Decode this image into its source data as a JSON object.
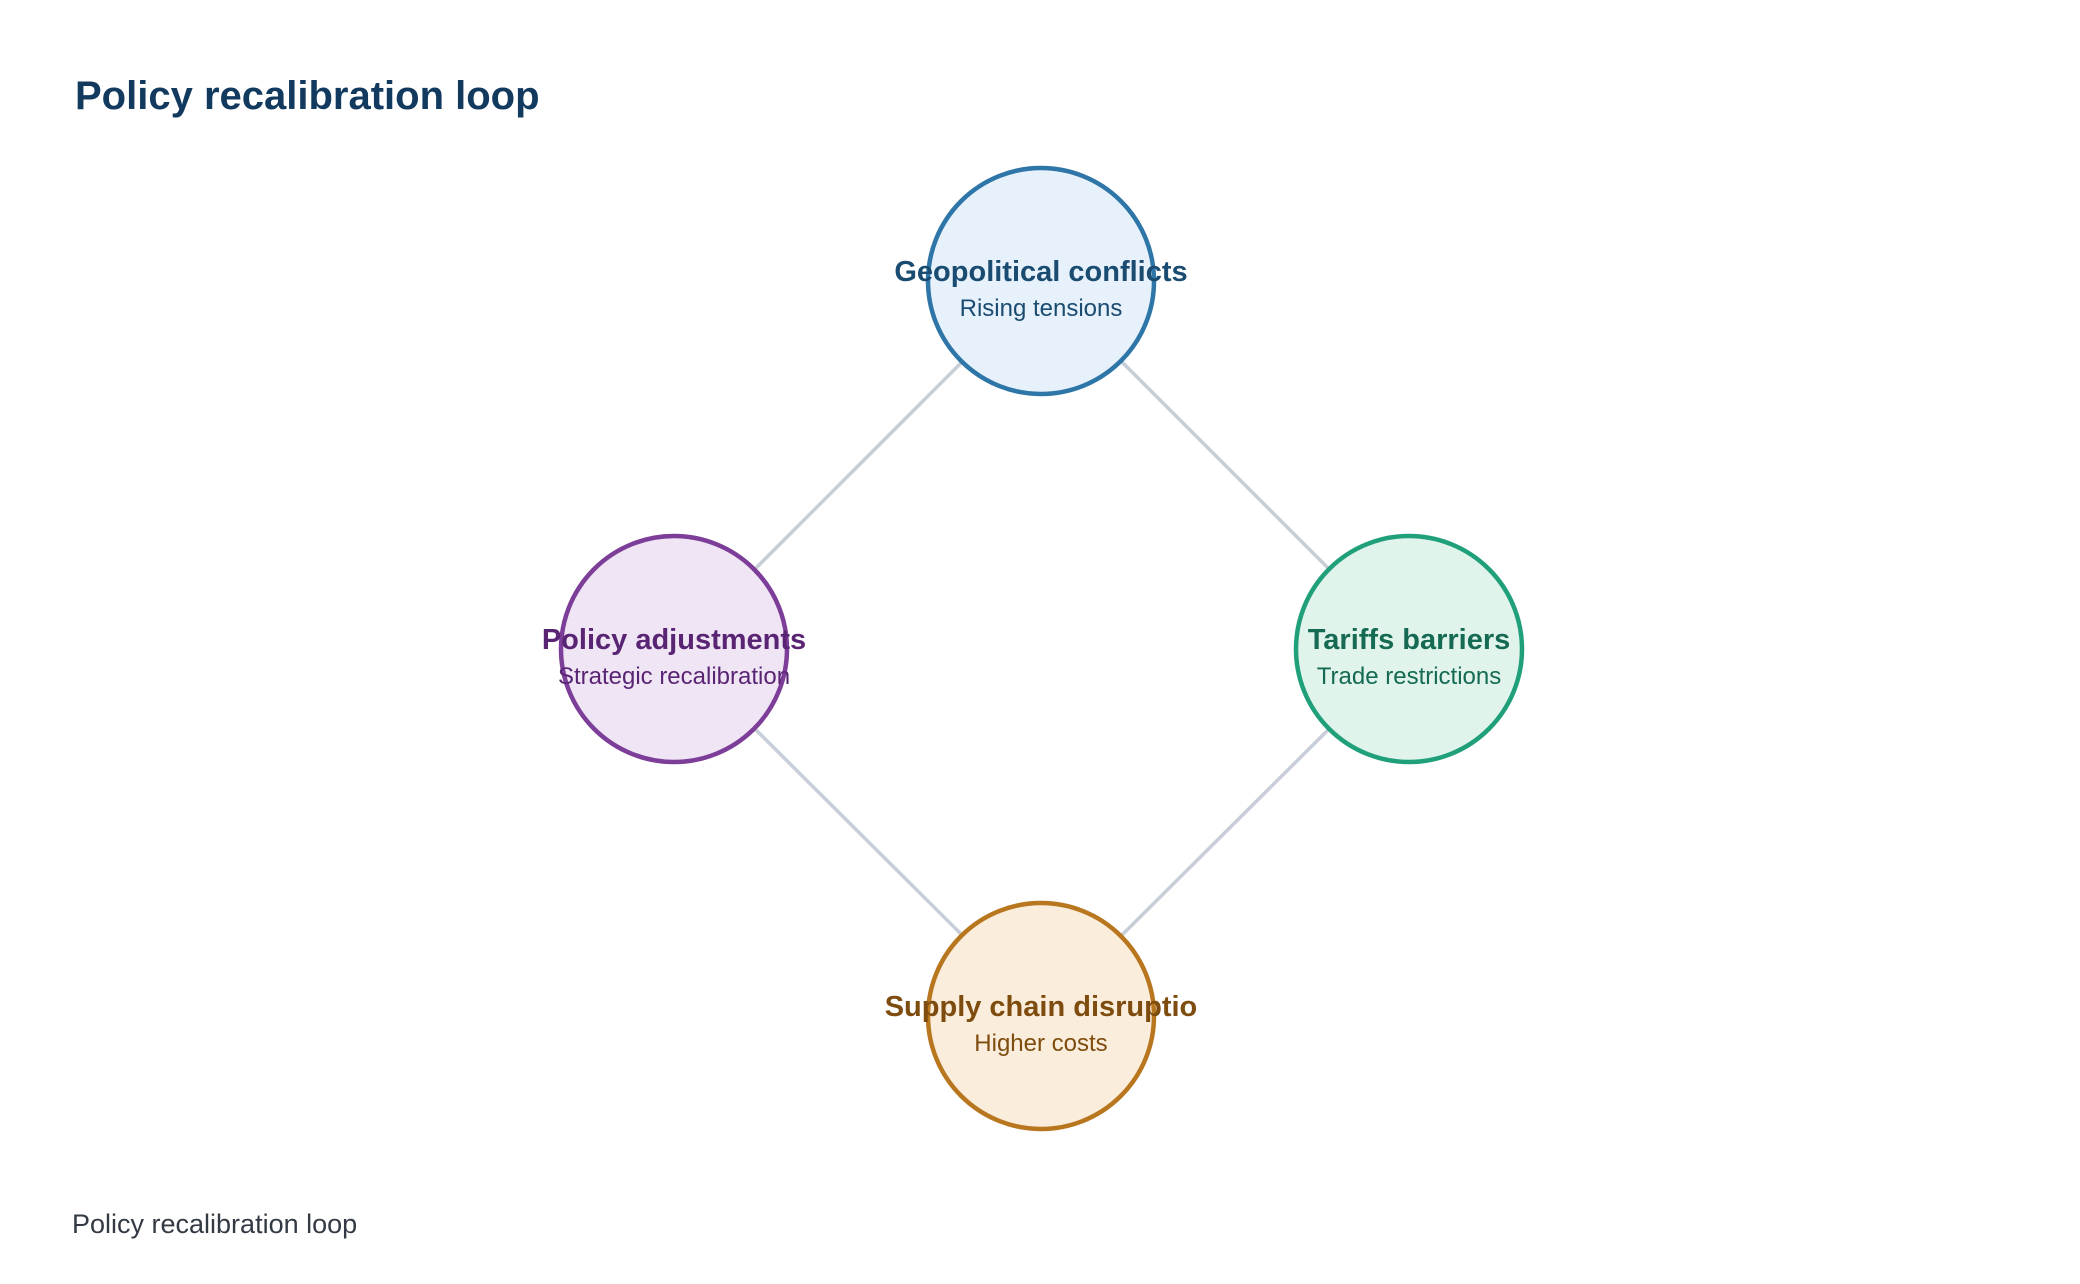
{
  "title": "Policy recalibration loop",
  "caption": "Policy recalibration loop",
  "nodes": [
    {
      "id": "geopolitical",
      "title": "Geopolitical conflicts",
      "subtitle": "Rising tensions",
      "stroke": "#2e75a8",
      "fill": "#e7f1fb",
      "text_color": "#1a4b70"
    },
    {
      "id": "tariffs",
      "title": "Tariffs barriers",
      "subtitle": "Trade restrictions",
      "stroke": "#20a07a",
      "fill": "#e1f4ec",
      "text_color": "#146a52"
    },
    {
      "id": "supply",
      "title": "Supply chain disruptio",
      "subtitle": "Higher costs",
      "stroke": "#b8771f",
      "fill": "#fbeddb",
      "text_color": "#7e4c0e"
    },
    {
      "id": "policy",
      "title": "Policy adjustments",
      "subtitle": "Strategic recalibration",
      "stroke": "#7c3e98",
      "fill": "#efe5f4",
      "text_color": "#5a2474"
    }
  ],
  "edge_color": "#c7ced8",
  "edges": [
    [
      "geopolitical",
      "tariffs"
    ],
    [
      "tariffs",
      "supply"
    ],
    [
      "supply",
      "policy"
    ],
    [
      "policy",
      "geopolitical"
    ]
  ]
}
